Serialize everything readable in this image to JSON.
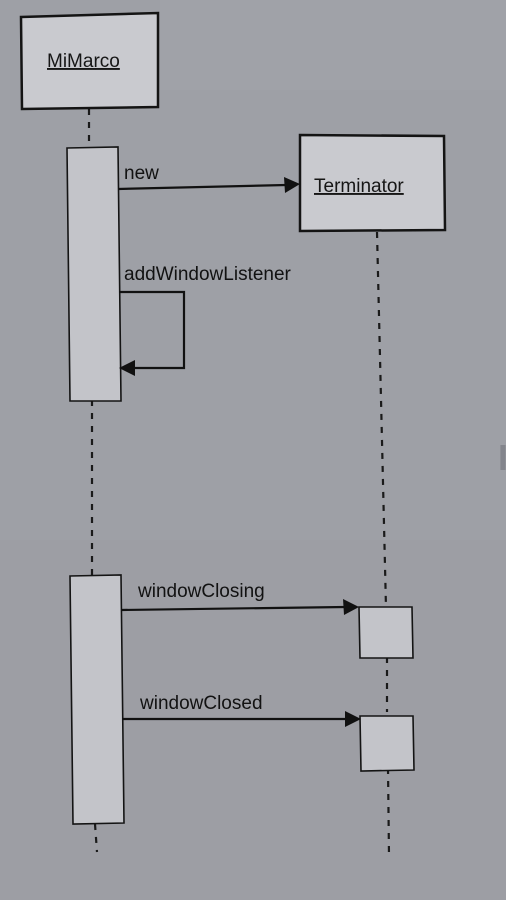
{
  "participants": {
    "left_name": "MiMarco",
    "right_name": "Terminator"
  },
  "messages": {
    "new": "new",
    "add_window_listener": "addWindowListener",
    "window_closing": "windowClosing",
    "window_closed": "windowClosed"
  },
  "colors": {
    "page_background": "#9ea0a6",
    "box_fill": "#c9cacf",
    "line": "#141414"
  }
}
